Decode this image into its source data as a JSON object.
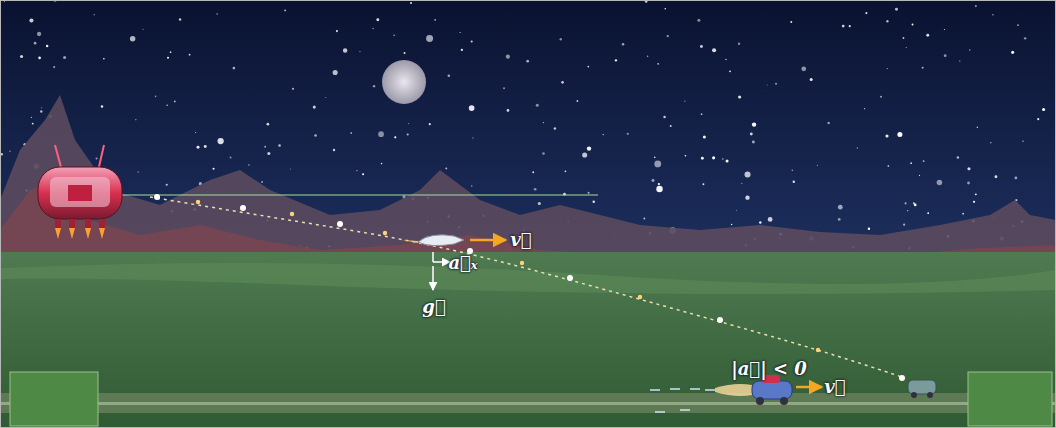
{
  "diagram": {
    "labels": [
      "v⃗",
      "a⃗ₓ",
      "g⃗",
      "|a⃗| < 0",
      "v⃗"
    ]
  }
}
